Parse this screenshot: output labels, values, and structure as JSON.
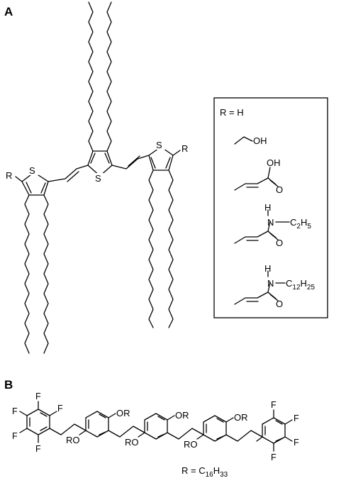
{
  "panel_a": {
    "label": "A",
    "substituent_symbol": "R",
    "sulfur": "S",
    "legend": {
      "header": "R = H",
      "items": [
        {
          "name": "hydroxymethyl",
          "atoms": [
            "OH"
          ]
        },
        {
          "name": "acrylic-acid",
          "atoms": [
            "OH",
            "O"
          ]
        },
        {
          "name": "ethyl-amide",
          "atoms": [
            "H",
            "N",
            "C",
            "2",
            "H",
            "5",
            "O"
          ]
        },
        {
          "name": "dodecyl-amide",
          "atoms": [
            "H",
            "N",
            "C",
            "12",
            "H",
            "25",
            "O"
          ]
        }
      ]
    }
  },
  "panel_b": {
    "label": "B",
    "fluorine": "F",
    "alkoxy": "RO",
    "alkoxy_right": "OR",
    "footnote": {
      "prefix": "R = C",
      "sub1": "16",
      "mid": "H",
      "sub2": "33"
    }
  }
}
